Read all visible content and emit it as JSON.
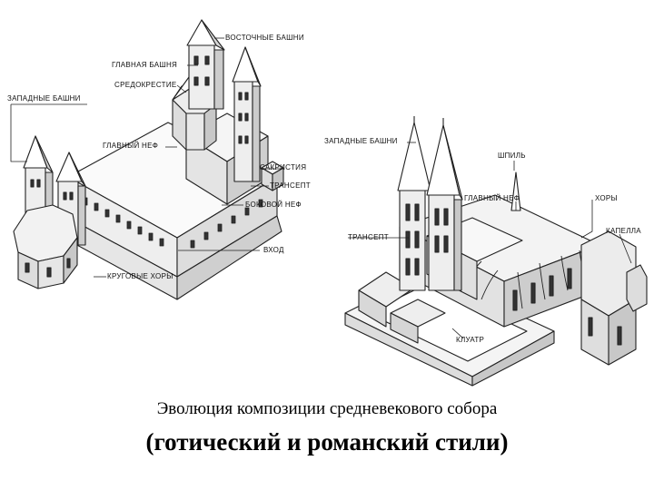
{
  "romanesque": {
    "labels": {
      "east_towers": "ВОСТОЧНЫЕ БАШНИ",
      "main_tower": "ГЛАВНАЯ БАШНЯ",
      "crossing": "СРЕДОКРЕСТИЕ",
      "west_towers": "ЗАПАДНЫЕ БАШНИ",
      "nave": "ГЛАВНЫЙ НЕФ",
      "sacristy": "САКРИСТИЯ",
      "transept": "ТРАНСЕПТ",
      "aisle": "БОКОВОЙ НЕФ",
      "entrance": "ВХОД",
      "round_choirs": "КРУГОВЫЕ ХОРЫ"
    }
  },
  "gothic": {
    "labels": {
      "west_towers": "ЗАПАДНЫЕ БАШНИ",
      "spire": "ШПИЛЬ",
      "nave": "ГЛАВНЫЙ НЕФ",
      "choirs": "ХОРЫ",
      "transept": "ТРАНСЕПТ",
      "chapel": "КАПЕЛЛА",
      "cloister": "КЛУАТР"
    }
  },
  "caption": {
    "line1": "Эволюция композиции средневекового собора",
    "line2": "(готический и романский стили)"
  }
}
